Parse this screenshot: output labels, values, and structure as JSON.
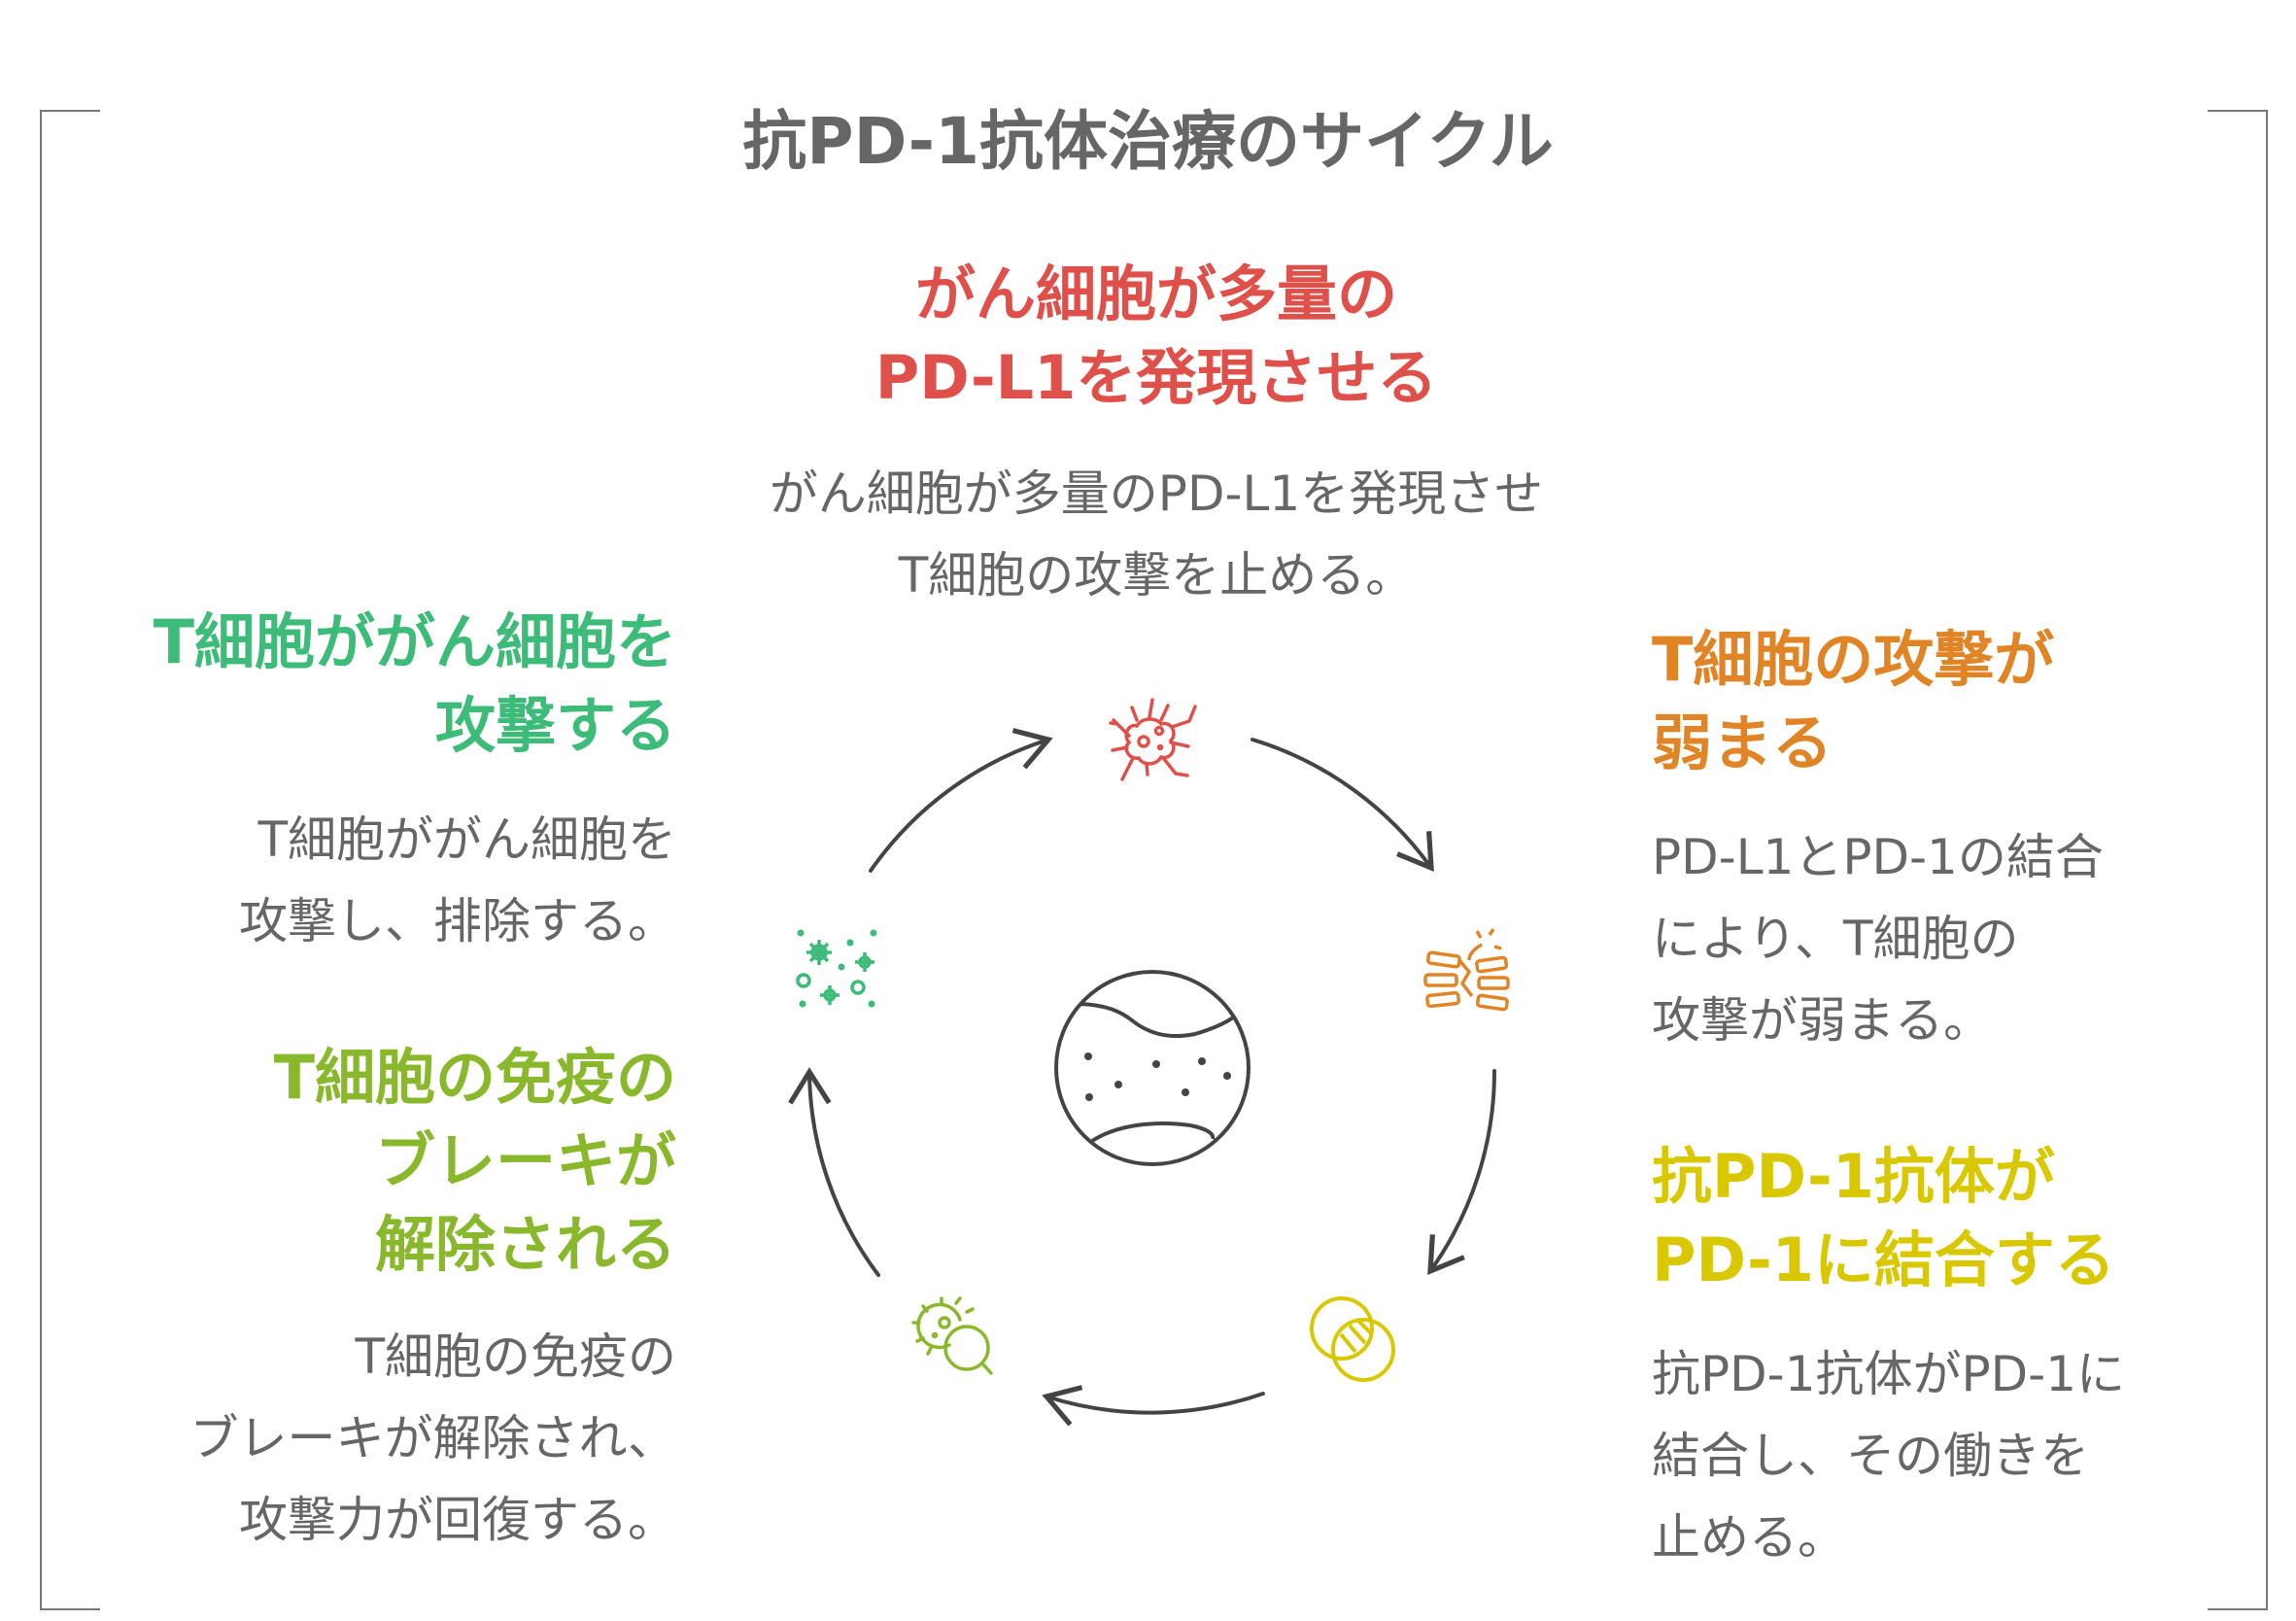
{
  "title": "抗PD-1抗体治療のサイクル",
  "colors": {
    "red": "#e0504a",
    "orange": "#e08426",
    "yellow": "#d9c800",
    "lime": "#8ab82c",
    "green": "#3dbb78",
    "text": "#666666",
    "line": "#444444"
  },
  "steps": [
    {
      "heading": [
        "がん細胞が多量の",
        "PD-L1を発現させる"
      ],
      "body": [
        "がん細胞が多量のPD-L1を発現させ",
        "T細胞の攻撃を止める。"
      ],
      "icon": "cancer-cell-icon"
    },
    {
      "heading": [
        "T細胞の攻撃が",
        "弱まる"
      ],
      "body": [
        "PD-L1とPD-1の結合",
        "により、T細胞の",
        "攻撃が弱まる。"
      ],
      "icon": "broken-barrier-icon"
    },
    {
      "heading": [
        "抗PD-1抗体が",
        "PD-1に結合する"
      ],
      "body": [
        "抗PD-1抗体がPD-1に",
        "結合し、その働きを",
        "止める。"
      ],
      "icon": "overlapping-circles-icon"
    },
    {
      "heading": [
        "T細胞の免疫の",
        "ブレーキが",
        "解除される"
      ],
      "body": [
        "T細胞の免疫の",
        "ブレーキが解除され、",
        "攻撃力が回復する。"
      ],
      "icon": "cell-magnifier-icon"
    },
    {
      "heading": [
        "T細胞ががん細胞を",
        "攻撃する"
      ],
      "body": [
        "T細胞ががん細胞を",
        "攻撃し、排除する。"
      ],
      "icon": "scattered-particles-icon"
    }
  ]
}
